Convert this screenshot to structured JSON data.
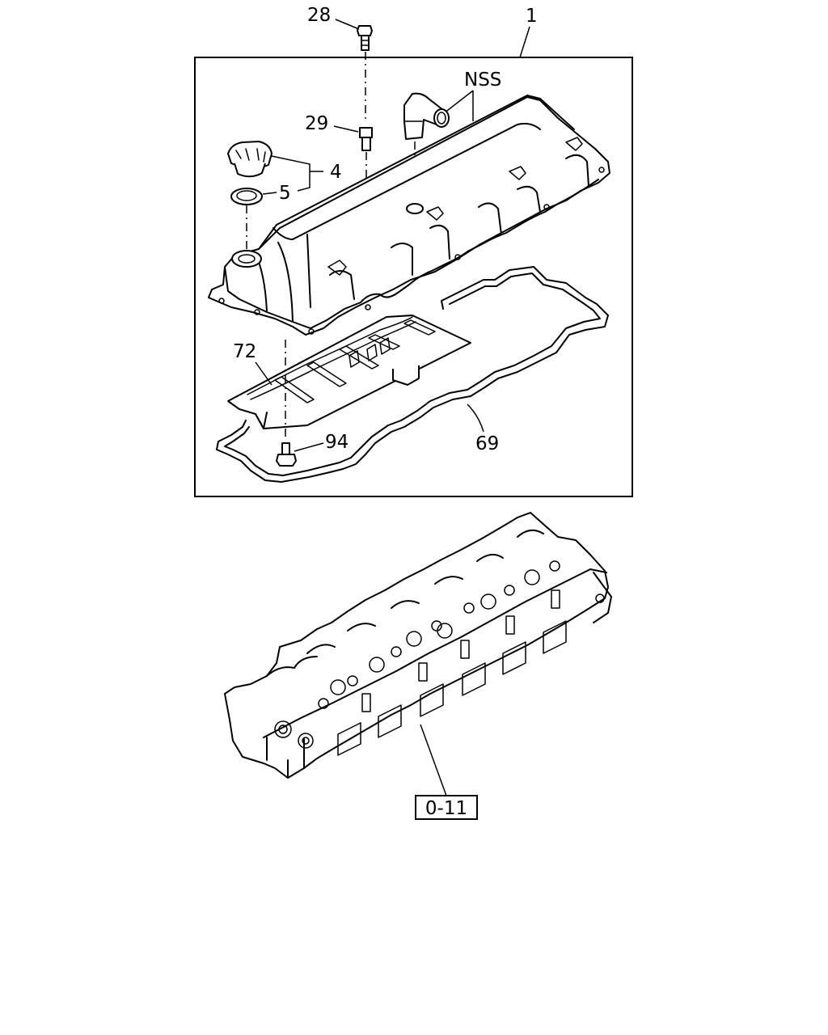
{
  "diagram": {
    "callouts": {
      "c1": "1",
      "c28": "28",
      "c29": "29",
      "cNSS": "NSS",
      "c4": "4",
      "c5": "5",
      "c72": "72",
      "c94": "94",
      "c69": "69"
    },
    "reference_box": "0-11"
  }
}
